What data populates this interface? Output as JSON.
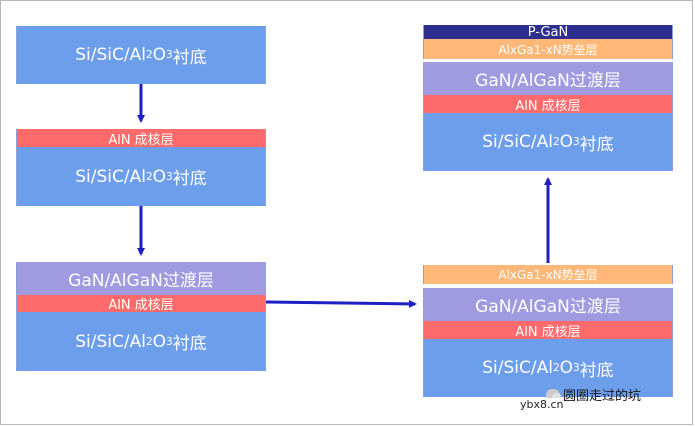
{
  "layers": {
    "substrate_prefix": "Si/SiC/Al",
    "substrate_sub1": "2",
    "substrate_mid": "O",
    "substrate_sub2": "3",
    "substrate_suffix": "衬底",
    "aln": "AlN 成核层",
    "gan_transition": "GaN/AlGaN过渡层",
    "algan_barrier": "AlxGa1-xN势垒层",
    "p_gan": "P-GaN"
  },
  "watermark": {
    "text": "圆圈走过的坑",
    "site": "ybx8.cn"
  },
  "colors": {
    "substrate": "#6d9eeb",
    "aln": "#ff6a6a",
    "gan": "#a09ae0",
    "algan": "#ffb877",
    "p_gan": "#2e2e8f",
    "arrow": "#1f1fc4"
  }
}
